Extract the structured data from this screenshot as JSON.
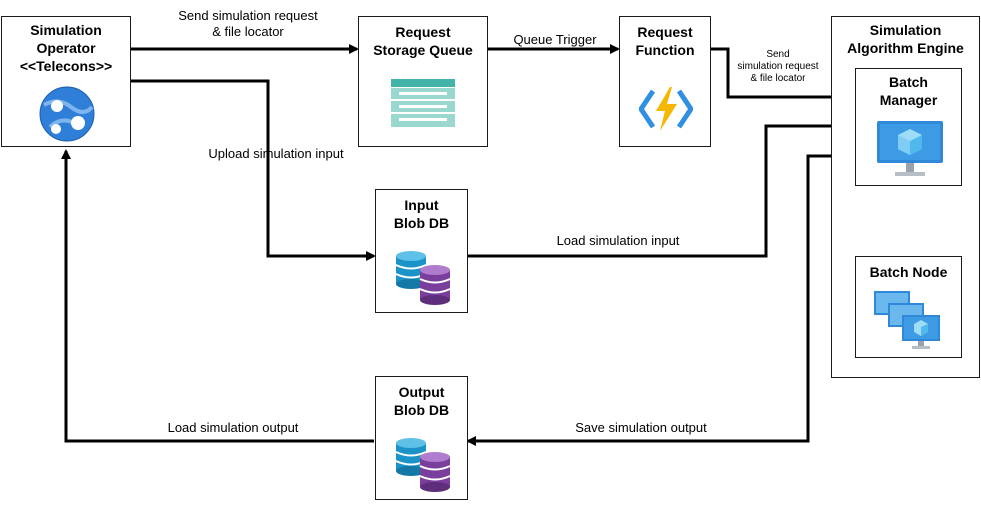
{
  "nodes": {
    "operator": {
      "title": "Simulation\nOperator\n<<Telecons>>",
      "icon": "globe-network-icon"
    },
    "queue": {
      "title": "Request\nStorage Queue",
      "icon": "storage-queue-icon"
    },
    "function": {
      "title": "Request\nFunction",
      "icon": "lightning-function-icon"
    },
    "engine": {
      "title": "Simulation\nAlgorithm Engine"
    },
    "batch_manager": {
      "title": "Batch\nManager",
      "icon": "monitor-cube-icon"
    },
    "batch_node": {
      "title": "Batch Node",
      "icon": "stacked-monitors-icon"
    },
    "input_db": {
      "title": "Input\nBlob DB",
      "icon": "database-icon"
    },
    "output_db": {
      "title": "Output\nBlob DB",
      "icon": "database-icon"
    }
  },
  "edges": {
    "send_request": "Send simulation request\n& file locator",
    "queue_trigger": "Queue Trigger",
    "send_request_small": "Send\nsimulation request\n& file locator",
    "upload_input": "Upload simulation input",
    "load_input": "Load simulation input",
    "save_output": "Save simulation output",
    "load_output": "Load simulation output"
  },
  "colors": {
    "line": "#000000",
    "azure_blue": "#0078d4",
    "db_teal": "#1b93c9",
    "db_purple": "#7a3f9d",
    "bolt": "#f5b800"
  }
}
